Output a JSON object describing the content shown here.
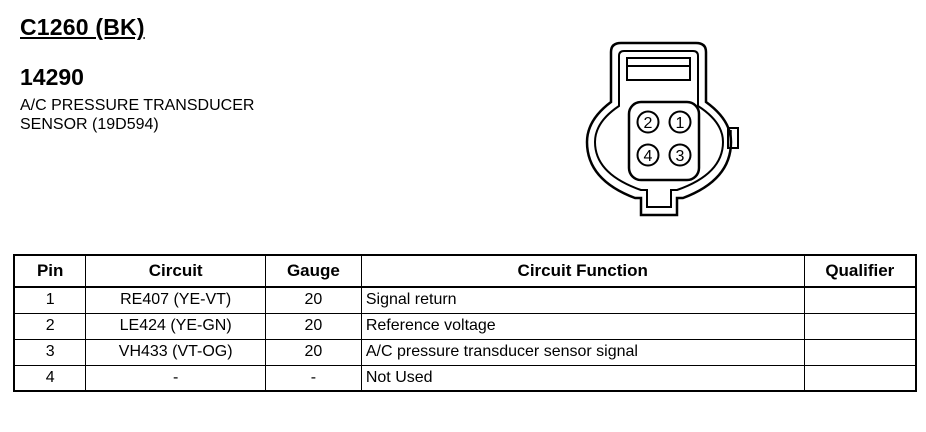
{
  "connector": {
    "id": "C1260 (BK)",
    "part_number": "14290",
    "description_lines": [
      "A/C PRESSURE TRANSDUCER",
      "SENSOR (19D594)"
    ]
  },
  "diagram": {
    "pin_labels": [
      "1",
      "2",
      "3",
      "4"
    ]
  },
  "table": {
    "headers": {
      "pin": "Pin",
      "circuit": "Circuit",
      "gauge": "Gauge",
      "function": "Circuit Function",
      "qualifier": "Qualifier"
    },
    "rows": [
      {
        "pin": "1",
        "circuit": "RE407 (YE-VT)",
        "gauge": "20",
        "function": "Signal return",
        "qualifier": ""
      },
      {
        "pin": "2",
        "circuit": "LE424 (YE-GN)",
        "gauge": "20",
        "function": "Reference voltage",
        "qualifier": ""
      },
      {
        "pin": "3",
        "circuit": "VH433 (VT-OG)",
        "gauge": "20",
        "function": "A/C pressure transducer sensor signal",
        "qualifier": ""
      },
      {
        "pin": "4",
        "circuit": "-",
        "gauge": "-",
        "function": "Not Used",
        "qualifier": ""
      }
    ]
  }
}
